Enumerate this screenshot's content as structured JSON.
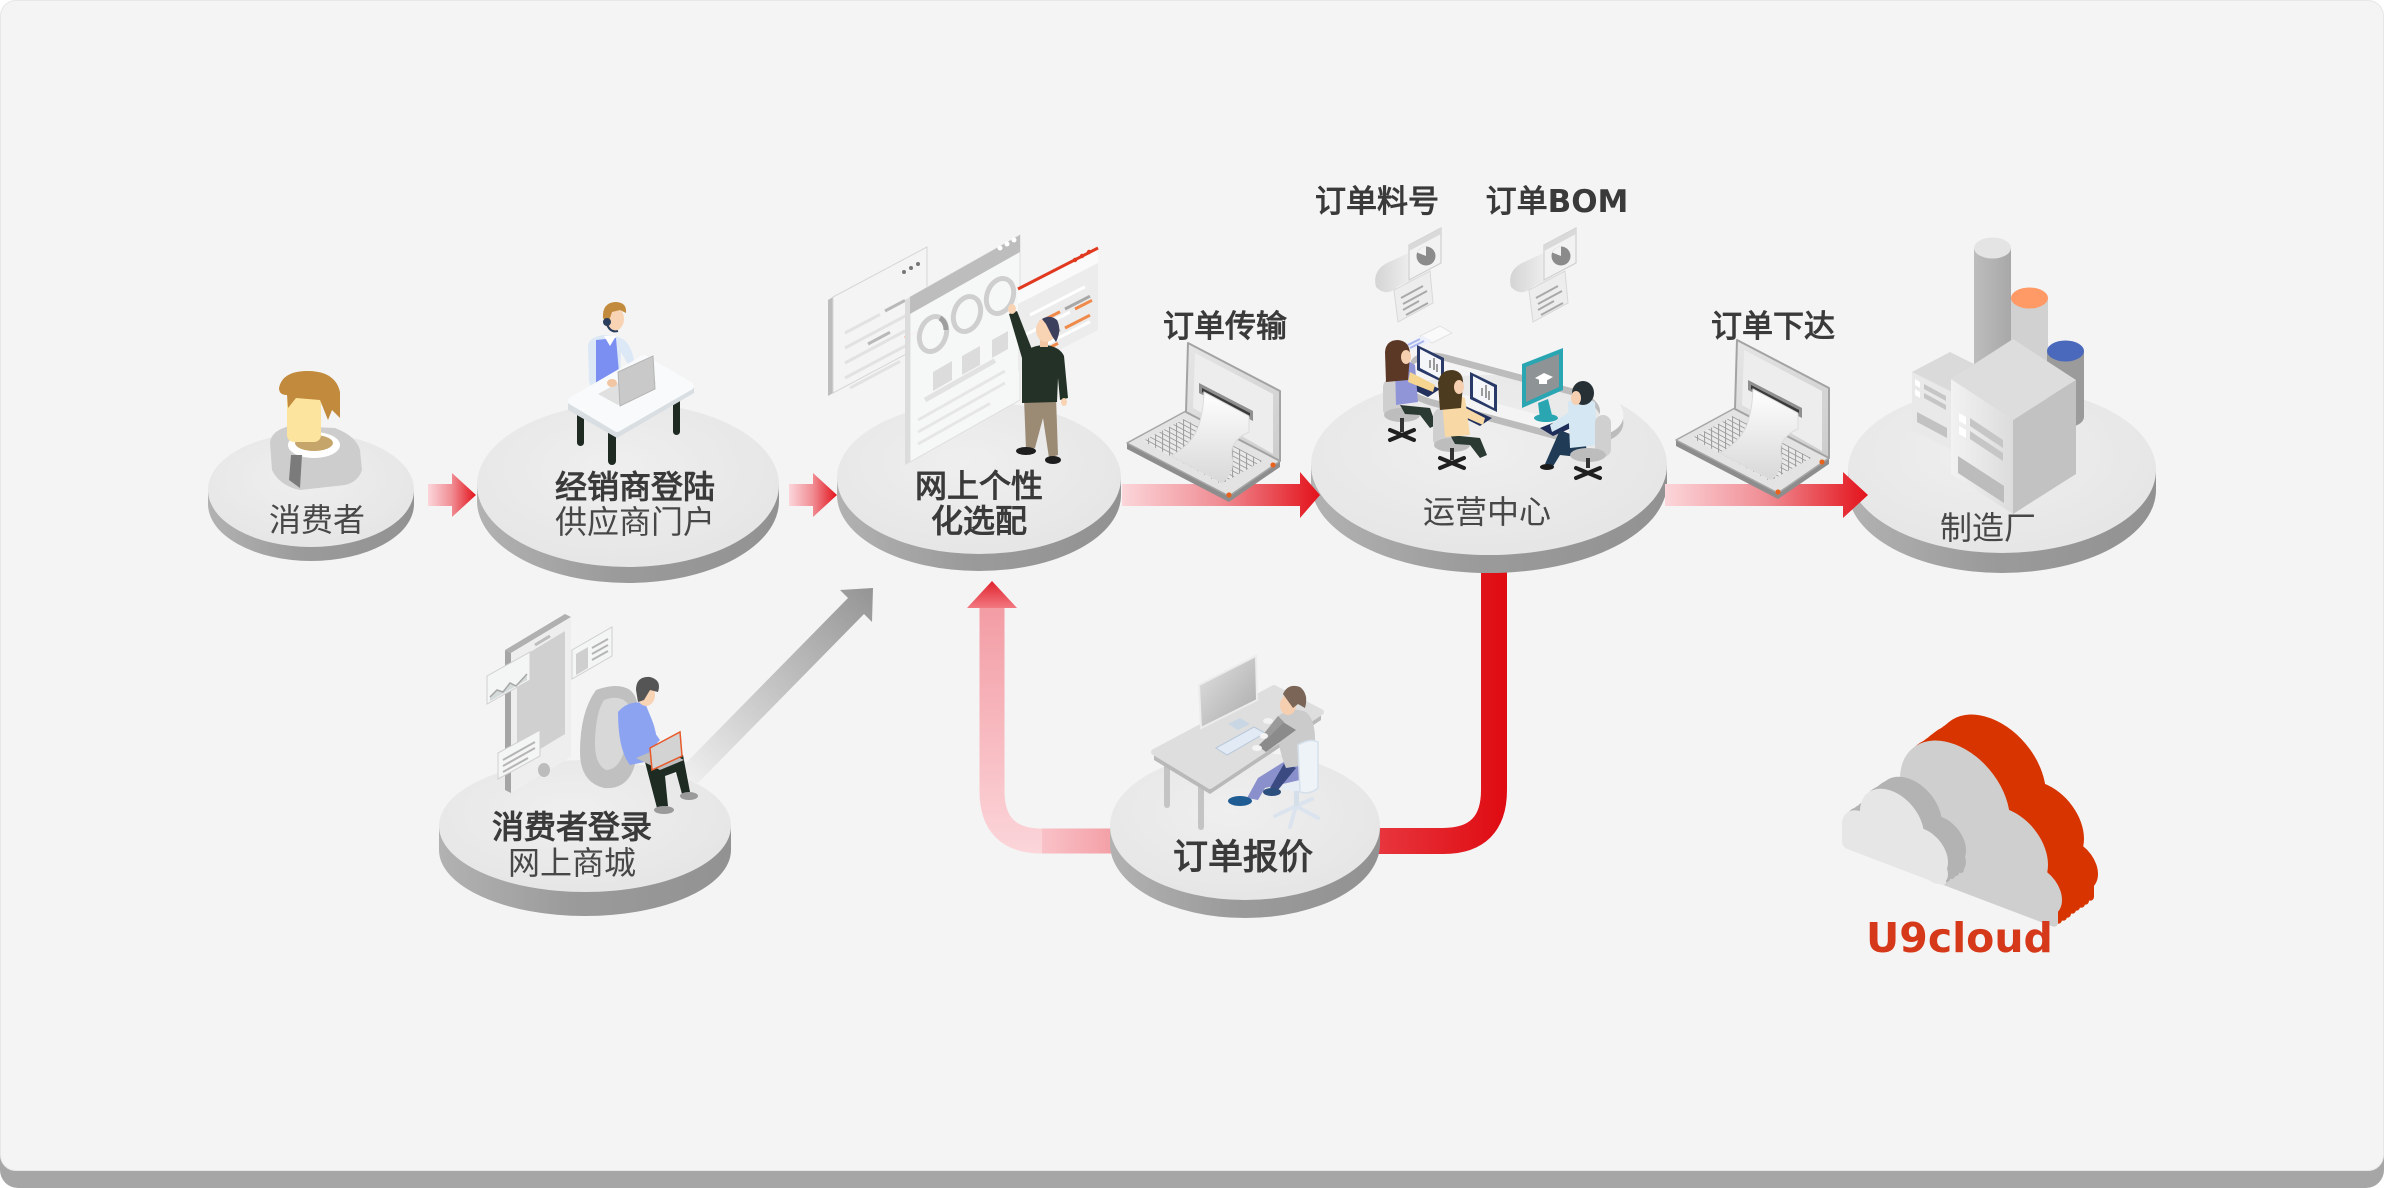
{
  "diagram": {
    "nodes": {
      "consumer": {
        "label": "消费者",
        "icon": "consumer-avatar-icon"
      },
      "dealer_portal": {
        "title": "经销商登陆",
        "subtitle": "供应商门户",
        "icon": "agent-at-desk-icon"
      },
      "online_configurator": {
        "line1": "网上个性",
        "line2": "化选配",
        "icon": "configurator-screens-icon"
      },
      "operations_center": {
        "label": "运营中心",
        "icon": "operations-team-icon"
      },
      "factory": {
        "label": "制造厂",
        "icon": "factory-icon"
      },
      "consumer_login": {
        "title": "消费者登录",
        "subtitle": "网上商城",
        "icon": "mobile-shopping-icon"
      },
      "order_quote": {
        "label": "订单报价",
        "icon": "workstation-icon"
      }
    },
    "flows": {
      "order_transfer": {
        "label": "订单传输",
        "icon": "laptop-printout-icon"
      },
      "order_dispatch": {
        "label": "订单下达",
        "icon": "laptop-printout-icon"
      }
    },
    "documents": [
      {
        "label": "订单料号",
        "icon": "document-chart-icon"
      },
      {
        "label": "订单BOM",
        "icon": "document-chart-icon"
      }
    ]
  },
  "brand": {
    "name": "U9cloud",
    "icon": "cloud-icon",
    "color": "#d6381a"
  },
  "colors": {
    "flow_red": "#e20f18",
    "flow_pink": "#f39ca4",
    "flow_gray": "#959595",
    "platform_top": "#ebebeb",
    "platform_side": "#9b9b9b",
    "background": "#f4f4f4",
    "label_text": "#3a3a3a"
  }
}
